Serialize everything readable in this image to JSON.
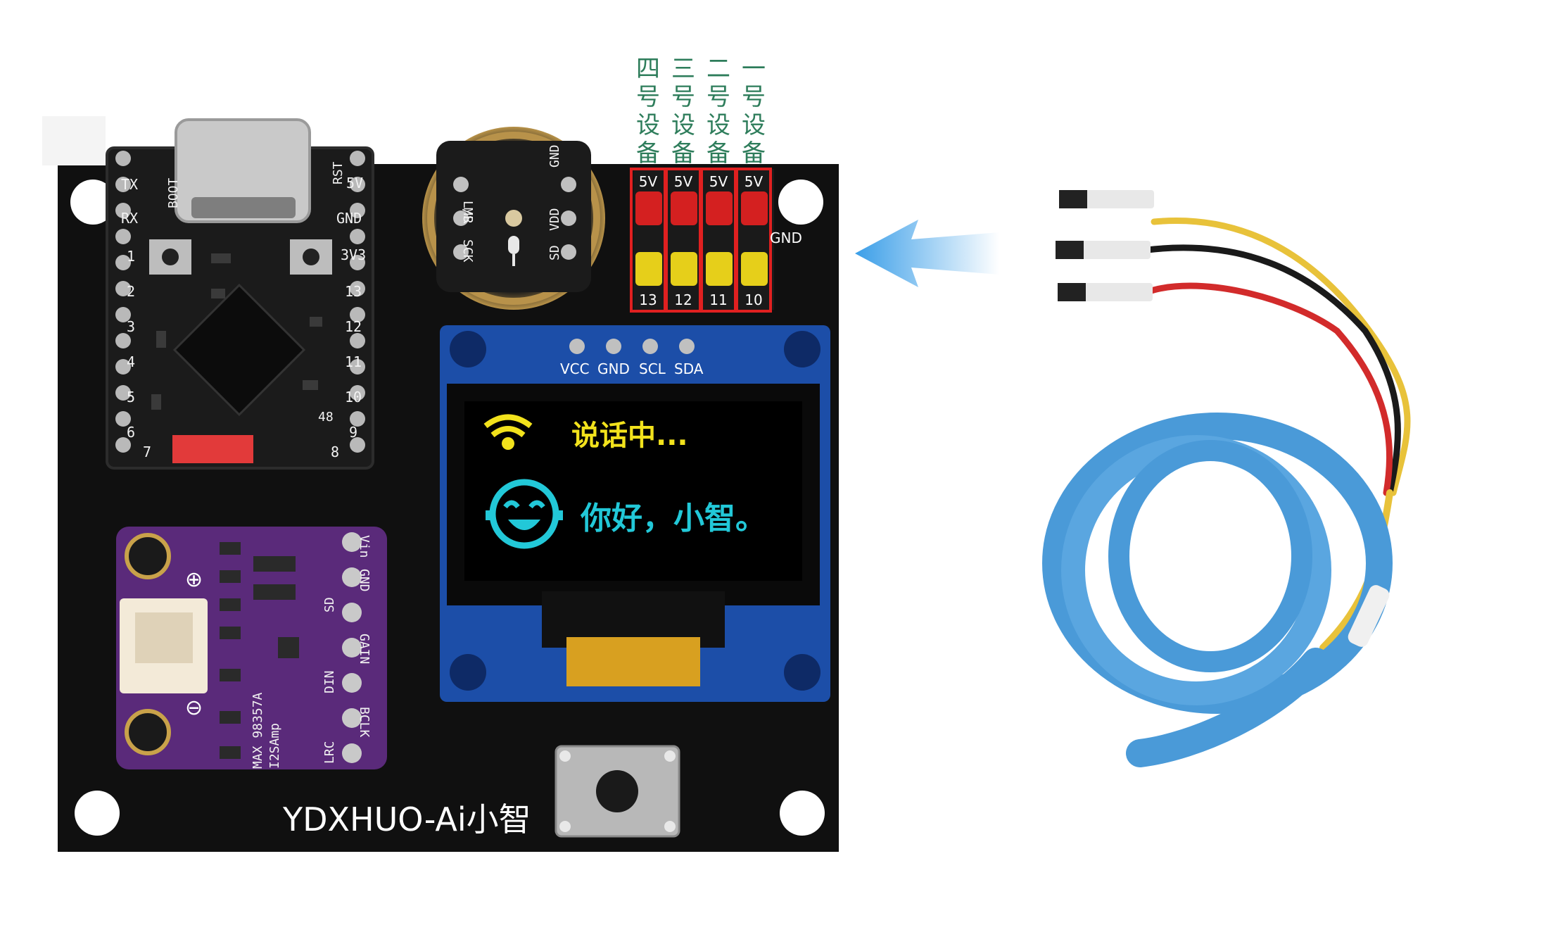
{
  "device_labels": [
    "四号设备",
    "三号设备",
    "二号设备",
    "一号设备"
  ],
  "connector": {
    "top_labels": [
      "5V",
      "5V",
      "5V",
      "5V"
    ],
    "gnd_label": "GND",
    "pin_numbers": [
      "13",
      "12",
      "11",
      "10"
    ]
  },
  "oled": {
    "header_pins": [
      "VCC",
      "GND",
      "SCL",
      "SDA"
    ],
    "status_text": "说话中...",
    "message_text": "你好，小智。"
  },
  "board": {
    "brand_text": "YDXHUO-Ai小智"
  },
  "mcu": {
    "left_pins": [
      "TX",
      "RX",
      "1",
      "2",
      "3",
      "4",
      "5",
      "6",
      "7"
    ],
    "right_pins": [
      "5V",
      "GND",
      "3V3",
      "13",
      "12",
      "11",
      "10",
      "9",
      "8"
    ],
    "top_labels": [
      "BOOT",
      "RST"
    ],
    "chip_mark": "48"
  },
  "mic": {
    "pin_labels": [
      "L/R",
      "MS",
      "SCK",
      "GND",
      "VDD",
      "SD"
    ]
  },
  "amp": {
    "pin_labels": [
      "Vin",
      "GND",
      "SD",
      "GAIN",
      "DIN",
      "BCLK",
      "LRC"
    ],
    "chip_label": "MAX 98357A I2SAmp",
    "plus": "⊕",
    "minus": "⊖"
  },
  "colors": {
    "pcb": "#101010",
    "amp_board": "#5a2a7a",
    "oled_blue": "#1c4ea8",
    "status_yellow": "#f2e21c",
    "message_cyan": "#22c8d8",
    "device_label_green": "#2e7d5b",
    "highlight_red": "#e02020",
    "arrow_blue": "#3a9ee8"
  }
}
